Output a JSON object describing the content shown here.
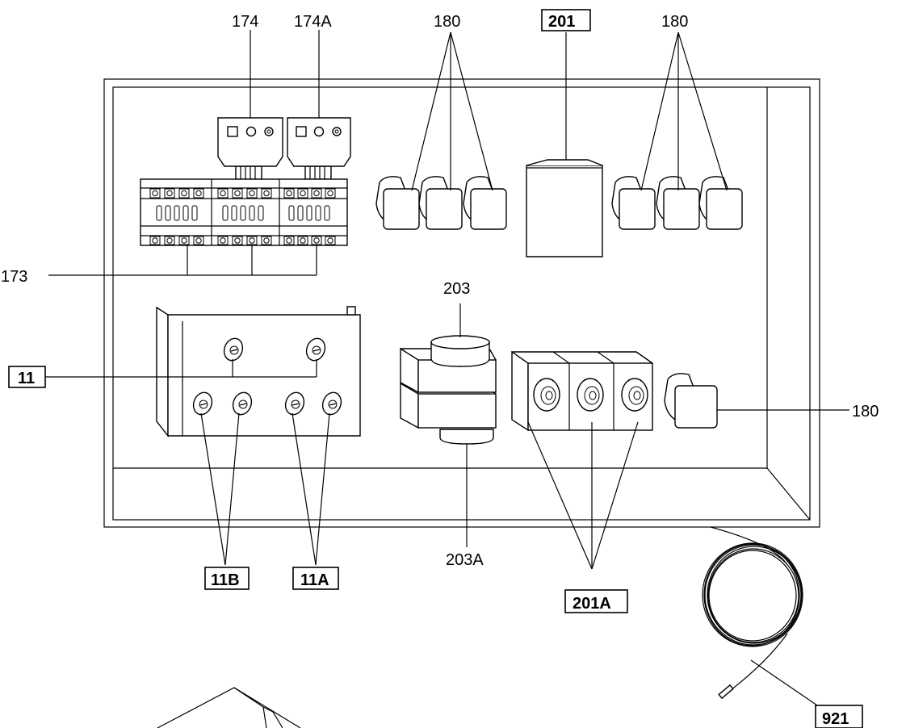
{
  "diagram": {
    "labels": {
      "l174": "174",
      "l174a": "174A",
      "l180_top_left": "180",
      "l201": "201",
      "l180_top_right": "180",
      "l173": "173",
      "l203": "203",
      "l11": "11",
      "l180_right": "180",
      "l11b": "11B",
      "l11a": "11A",
      "l203a": "203A",
      "l201a": "201A",
      "l921": "921"
    }
  }
}
